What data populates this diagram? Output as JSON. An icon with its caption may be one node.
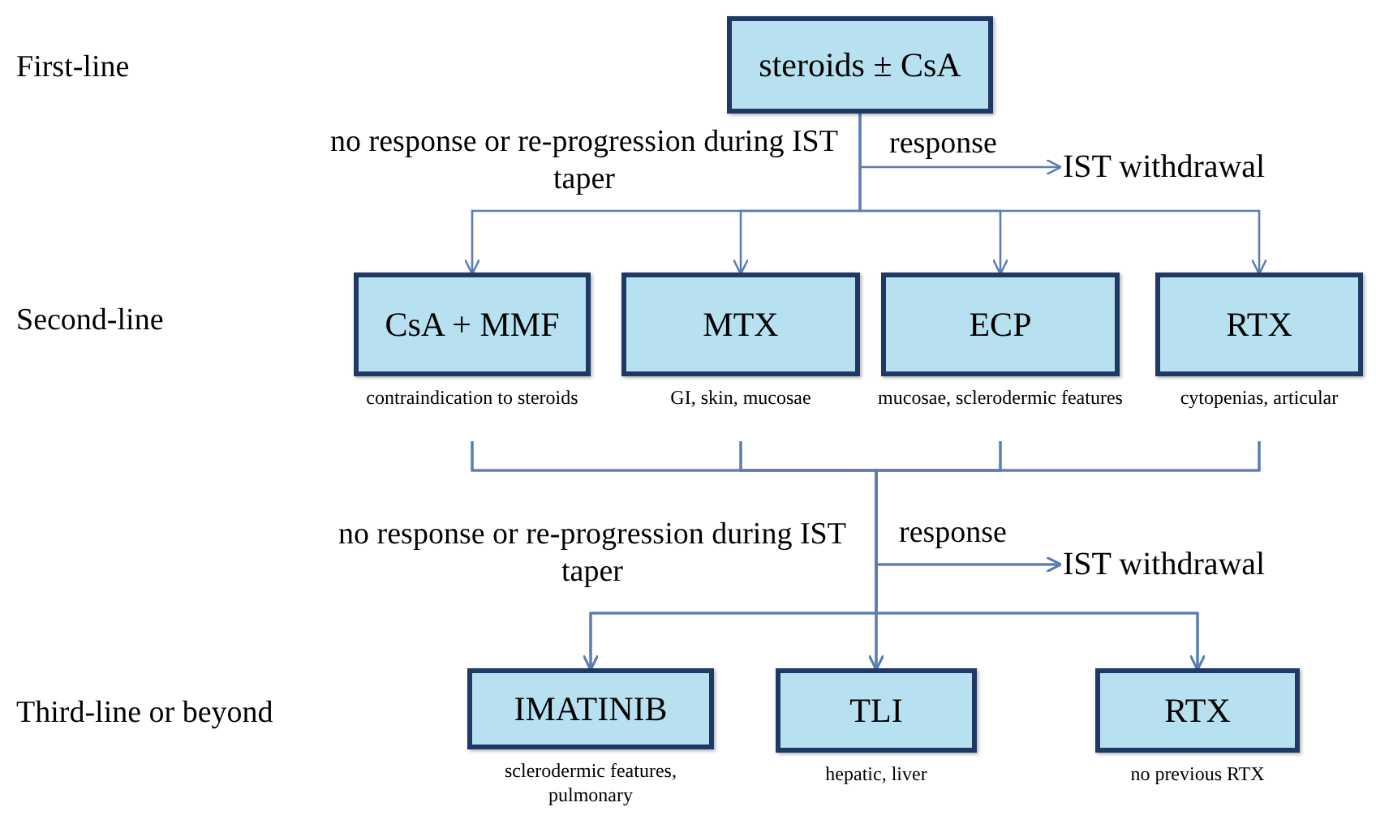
{
  "diagram": {
    "nodes": [
      {
        "text": [
          "steroids ± CsA"
        ]
      },
      {
        "text": [
          "IST withdrawal"
        ]
      },
      {
        "text": [
          "CsA + MMF"
        ],
        "beside": [
          "contraindication to steroids"
        ]
      },
      {
        "text": [
          "MTX"
        ],
        "beside": [
          "GI, skin, mucosae"
        ]
      },
      {
        "text": [
          "ECP"
        ],
        "beside": [
          "mucosae, sclerodermic features"
        ]
      },
      {
        "text": [
          "RTX"
        ],
        "beside": [
          "cytopenias, articular"
        ]
      },
      {
        "text": [
          "IST withdrawal"
        ]
      },
      {
        "text": [
          "IMATINIB"
        ],
        "beside": [
          "sclerodermic features, pulmonary"
        ]
      },
      {
        "text": [
          "TLI"
        ],
        "beside": [
          "hepatic, liver"
        ]
      },
      {
        "text": [
          "RTX"
        ],
        "beside": [
          "no previous RTX"
        ]
      }
    ],
    "edges": [
      {
        "from": 0,
        "to": 1,
        "arrow": "to",
        "label": "response"
      },
      {
        "from": 0,
        "to": 2,
        "arrow": "to"
      },
      {
        "from": 0,
        "to": 3,
        "arrow": "to"
      },
      {
        "from": 0,
        "to": 4,
        "arrow": "to"
      },
      {
        "from": 0,
        "to": 5,
        "arrow": "to"
      },
      {
        "from": 2,
        "to": 6,
        "arrow": "to",
        "label": "response"
      },
      {
        "from": 3,
        "to": 6,
        "arrow": "to"
      },
      {
        "from": 4,
        "to": 6,
        "arrow": "to"
      },
      {
        "from": 5,
        "to": 6,
        "arrow": "to"
      },
      {
        "from": 2,
        "to": 7,
        "arrow": "to"
      },
      {
        "from": 3,
        "to": 7,
        "arrow": "to"
      },
      {
        "from": 4,
        "to": 7,
        "arrow": "to"
      },
      {
        "from": 5,
        "to": 7,
        "arrow": "to"
      },
      {
        "from": 2,
        "to": 8,
        "arrow": "to"
      },
      {
        "from": 3,
        "to": 8,
        "arrow": "to"
      },
      {
        "from": 4,
        "to": 8,
        "arrow": "to"
      },
      {
        "from": 5,
        "to": 8,
        "arrow": "to"
      },
      {
        "from": 2,
        "to": 9,
        "arrow": "to"
      },
      {
        "from": 3,
        "to": 9,
        "arrow": "to"
      },
      {
        "from": 4,
        "to": 9,
        "arrow": "to"
      },
      {
        "from": 5,
        "to": 9,
        "arrow": "to"
      }
    ],
    "labels": [
      "First-line",
      "no response or re-progression during IST taper",
      "Second-line",
      "no response or re-progression during IST taper",
      "Third-line or beyond"
    ]
  }
}
